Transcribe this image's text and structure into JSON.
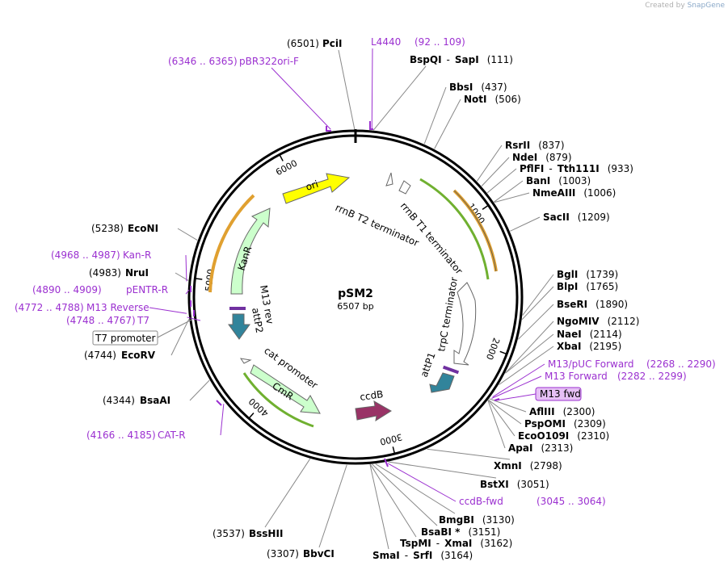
{
  "branding": {
    "created_by": "Created by",
    "app": "SnapGene"
  },
  "plasmid": {
    "name": "pSM2",
    "length": "6507 bp",
    "total_bp": 6507
  },
  "ticks": [
    "1000",
    "2000",
    "3000",
    "4000",
    "5000",
    "6000"
  ],
  "colors": {
    "primer": "#9b30d0",
    "ori": "#ffff00",
    "kanr": "#ccffcc",
    "cmr": "#ccffcc",
    "ccdb": "#993366",
    "attp": "#31849b",
    "terminator": "#ffffff",
    "origin_arc": "#e0a030",
    "rrnb_arc": "#80c040"
  },
  "enzymes": [
    {
      "name": "PciI",
      "pos": "(6501)"
    },
    {
      "name": "BspQI",
      "sep": "-",
      "name2": "SapI",
      "pos": "(111)"
    },
    {
      "name": "BbsI",
      "pos": "(437)"
    },
    {
      "name": "NotI",
      "pos": "(506)"
    },
    {
      "name": "RsrII",
      "pos": "(837)"
    },
    {
      "name": "NdeI",
      "pos": "(879)"
    },
    {
      "name": "PflFI",
      "sep": "-",
      "name2": "Tth111I",
      "pos": "(933)"
    },
    {
      "name": "BanI",
      "pos": "(1003)"
    },
    {
      "name": "NmeAIII",
      "pos": "(1006)"
    },
    {
      "name": "SacII",
      "pos": "(1209)"
    },
    {
      "name": "BglI",
      "pos": "(1739)"
    },
    {
      "name": "BlpI",
      "pos": "(1765)"
    },
    {
      "name": "BseRI",
      "pos": "(1890)"
    },
    {
      "name": "NgoMIV",
      "pos": "(2112)"
    },
    {
      "name": "NaeI",
      "pos": "(2114)"
    },
    {
      "name": "XbaI",
      "pos": "(2195)"
    },
    {
      "name": "AflIII",
      "pos": "(2300)"
    },
    {
      "name": "PspOMI",
      "pos": "(2309)"
    },
    {
      "name": "EcoO109I",
      "pos": "(2310)"
    },
    {
      "name": "ApaI",
      "pos": "(2313)"
    },
    {
      "name": "XmnI",
      "pos": "(2798)"
    },
    {
      "name": "BstXI",
      "pos": "(3051)"
    },
    {
      "name": "BmgBI",
      "pos": "(3130)"
    },
    {
      "name": "BsaBI *",
      "pos": "(3151)"
    },
    {
      "name": "TspMI",
      "sep": "-",
      "name2": "XmaI",
      "pos": "(3162)"
    },
    {
      "name": "SmaI",
      "sep": "-",
      "name2": "SrfI",
      "pos": "(3164)"
    },
    {
      "name": "BbvCI",
      "pos": "(3307)"
    },
    {
      "name": "BssHII",
      "pos": "(3537)"
    },
    {
      "name": "BsaAI",
      "pos": "(4344)"
    },
    {
      "name": "EcoRV",
      "pos": "(4744)"
    },
    {
      "name": "NruI",
      "pos": "(4983)"
    },
    {
      "name": "EcoNI",
      "pos": "(5238)"
    }
  ],
  "primers": [
    {
      "name": "L4440",
      "range": "(92 .. 109)"
    },
    {
      "name": "pBR322ori-F",
      "range": "(6346 .. 6365)"
    },
    {
      "name": "M13/pUC Forward",
      "range": "(2268 .. 2290)"
    },
    {
      "name": "M13 Forward",
      "range": "(2282 .. 2299)"
    },
    {
      "name": "M13 fwd",
      "range": ""
    },
    {
      "name": "ccdB-fwd",
      "range": "(3045 .. 3064)"
    },
    {
      "name": "CAT-R",
      "range": "(4166 .. 4185)"
    },
    {
      "name": "Kan-R",
      "range": "(4968 .. 4987)"
    },
    {
      "name": "pENTR-R",
      "range": "(4890 .. 4909)"
    },
    {
      "name": "M13 Reverse",
      "range": "(4772 .. 4788)"
    },
    {
      "name": "T7",
      "range": "(4748 .. 4767)"
    }
  ],
  "boxed_labels": {
    "t7_promoter": "T7 promoter",
    "m13_fwd": "M13 fwd"
  },
  "features": {
    "ori": "ori",
    "kanr": "KanR",
    "m13_rev": "M13 rev",
    "attp2": "attP2",
    "cat_promoter": "cat promoter",
    "cmr": "CmR",
    "ccdb": "ccdB",
    "attp1": "attP1",
    "trpc_terminator": "trpC terminator",
    "rrnb_t1": "rrnB T1 terminator",
    "rrnb_t2": "rrnB T2 terminator"
  }
}
